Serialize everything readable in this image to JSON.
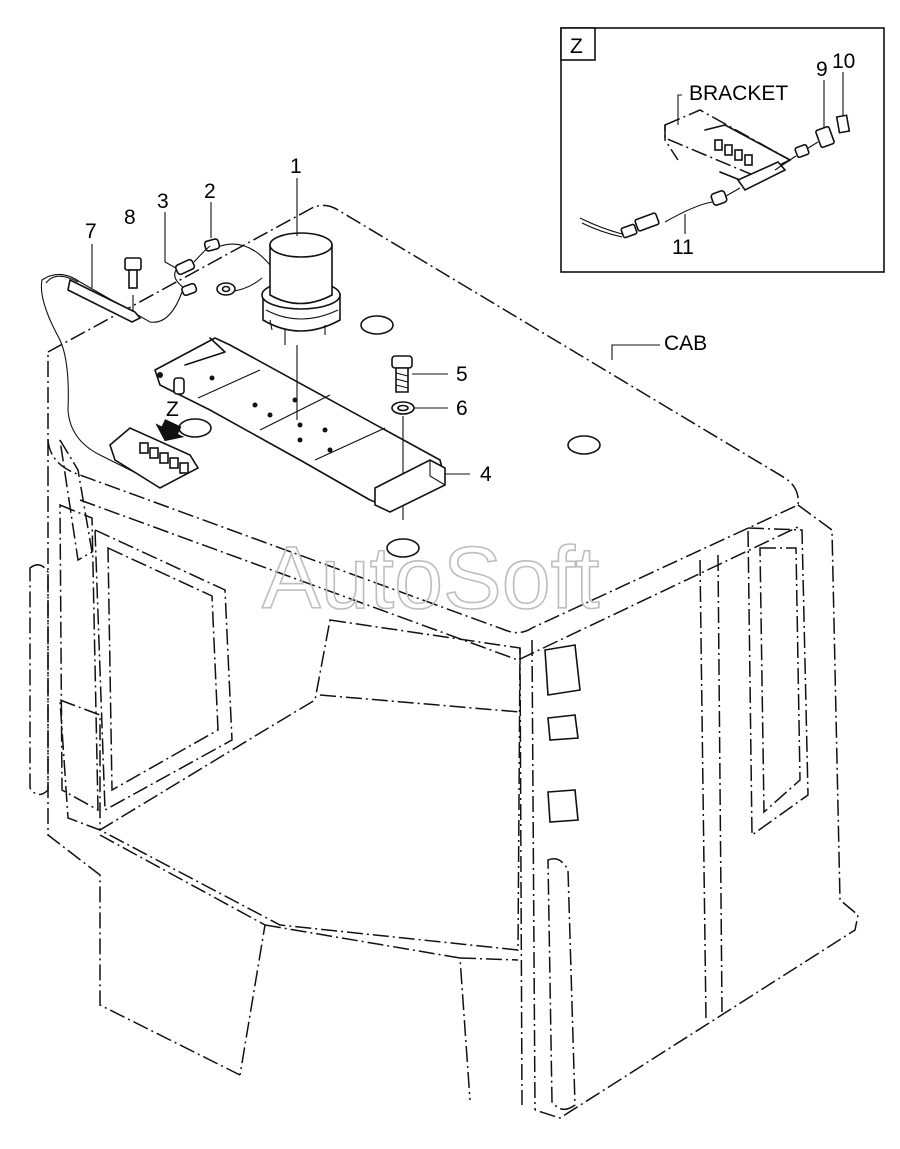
{
  "labels": {
    "p1": "1",
    "p2": "2",
    "p3": "3",
    "p4": "4",
    "p5": "5",
    "p6": "6",
    "p7": "7",
    "p8": "8",
    "p9": "9",
    "p10": "10",
    "p11": "11",
    "cab": "CAB",
    "bracket": "BRACKET",
    "view_z": "Z",
    "view_z_box": "Z"
  },
  "watermark": "AutoSoft"
}
